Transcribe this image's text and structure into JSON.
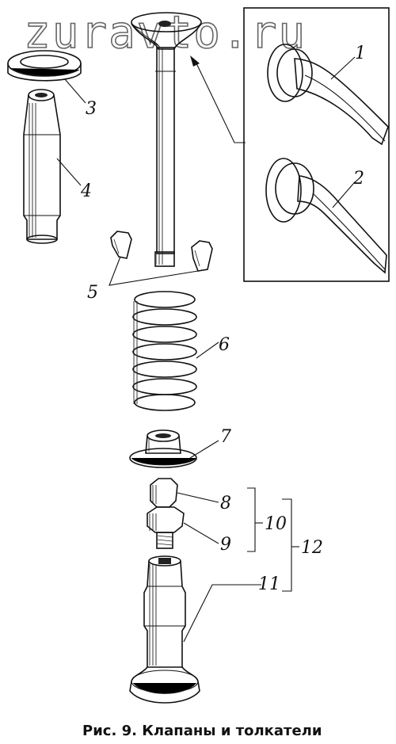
{
  "watermark": "zuravto.ru",
  "caption": "Рис. 9. Клапаны и толкатели",
  "labels": {
    "l1": "1",
    "l2": "2",
    "l3": "3",
    "l4": "4",
    "l5": "5",
    "l6": "6",
    "l7": "7",
    "l8": "8",
    "l9": "9",
    "l10": "10",
    "l11": "11",
    "l12": "12"
  }
}
